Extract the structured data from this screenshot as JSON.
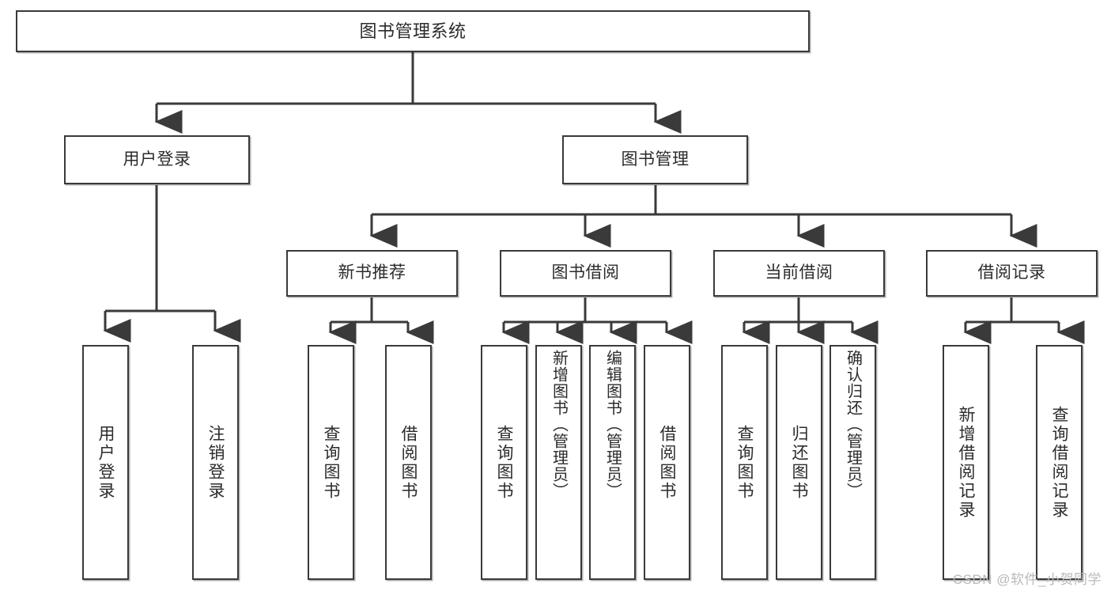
{
  "diagram": {
    "title": "图书管理系统",
    "type": "tree-hierarchy-diagram",
    "colors": {
      "box_border": "#3a3a3a",
      "box_fill": "#ffffff",
      "connector": "#3a3a3a",
      "text": "#2b2b2b",
      "watermark": "#b9b9b9"
    },
    "nodes": {
      "root": {
        "label": "图书管理系统"
      },
      "level2": [
        {
          "label": "用户登录"
        },
        {
          "label": "图书管理"
        }
      ],
      "level3": [
        {
          "label": "新书推荐"
        },
        {
          "label": "图书借阅"
        },
        {
          "label": "当前借阅"
        },
        {
          "label": "借阅记录"
        }
      ],
      "leaves": [
        {
          "label": "用户登录",
          "parent": "用户登录"
        },
        {
          "label": "注销登录",
          "parent": "用户登录"
        },
        {
          "label": "查询图书",
          "parent": "新书推荐"
        },
        {
          "label": "借阅图书",
          "parent": "新书推荐"
        },
        {
          "label": "查询图书",
          "parent": "图书借阅"
        },
        {
          "label": "新增图书（管理员）",
          "parent": "图书借阅"
        },
        {
          "label": "编辑图书（管理员）",
          "parent": "图书借阅"
        },
        {
          "label": "借阅图书",
          "parent": "图书借阅"
        },
        {
          "label": "查询图书",
          "parent": "当前借阅"
        },
        {
          "label": "归还图书",
          "parent": "当前借阅"
        },
        {
          "label": "确认归还（管理员）",
          "parent": "当前借阅"
        },
        {
          "label": "新增借阅记录",
          "parent": "借阅记录"
        },
        {
          "label": "查询借阅记录",
          "parent": "借阅记录"
        }
      ]
    },
    "watermark": "CSDN @软件_小贺同学"
  }
}
